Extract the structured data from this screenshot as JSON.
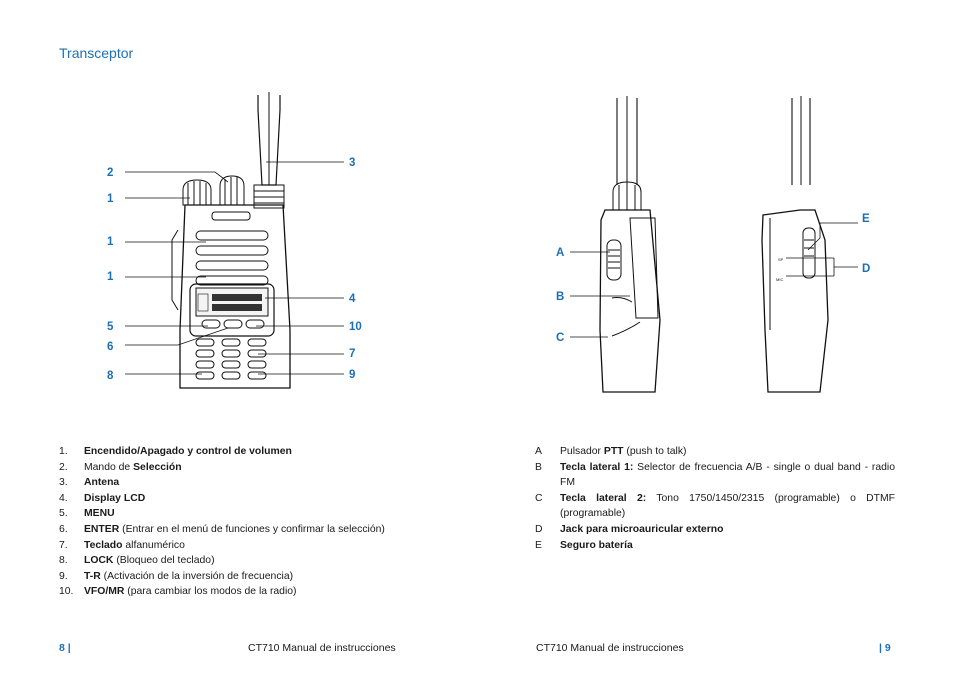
{
  "title": "Transceptor",
  "callouts_left": {
    "c2": "2",
    "c1a": "1",
    "c1b": "1",
    "c1c": "1",
    "c5": "5",
    "c6": "6",
    "c8": "8",
    "c3": "3",
    "c4": "4",
    "c10": "10",
    "c7": "7",
    "c9": "9"
  },
  "callouts_side": {
    "a": "A",
    "b": "B",
    "c": "C",
    "e": "E",
    "d": "D"
  },
  "side_labels": {
    "sp": "SP",
    "mic": "MIC"
  },
  "list_numbered": [
    {
      "num": "1.",
      "bold": "Encendido/Apagado y control de volumen",
      "rest": ""
    },
    {
      "num": "2.",
      "pre": "Mando de ",
      "bold": "Selección",
      "rest": ""
    },
    {
      "num": "3.",
      "bold": "Antena",
      "rest": ""
    },
    {
      "num": "4.",
      "bold": "Display LCD",
      "rest": ""
    },
    {
      "num": "5.",
      "bold": "MENU",
      "rest": ""
    },
    {
      "num": "6.",
      "bold": "ENTER",
      "rest": " (Entrar en el menú de funciones y confirmar la selección)"
    },
    {
      "num": "7.",
      "bold": "Teclado",
      "rest": " alfanumérico"
    },
    {
      "num": "8.",
      "bold": "LOCK",
      "rest": " (Bloqueo del teclado)"
    },
    {
      "num": "9.",
      "bold": "T-R",
      "rest": " (Activación de la inversión de frecuencia)"
    },
    {
      "num": "10.",
      "bold": "VFO/MR",
      "rest": " (para cambiar los modos de la radio)"
    }
  ],
  "list_lettered": [
    {
      "num": "A",
      "pre": "Pulsador ",
      "bold": "PTT",
      "rest": " (push to talk)"
    },
    {
      "num": "B",
      "bold": "Tecla lateral 1:",
      "rest": " Selector de frecuencia A/B - single o dual band - radio FM"
    },
    {
      "num": "C",
      "bold": "Tecla lateral 2:",
      "rest": " Tono 1750/1450/2315 (programable) o DTMF (programable)"
    },
    {
      "num": "D",
      "bold": "Jack para microauricular externo",
      "rest": ""
    },
    {
      "num": "E",
      "bold": "Seguro batería",
      "rest": ""
    }
  ],
  "footer": {
    "left_page": "8 |",
    "left_title": "CT710 Manual de instrucciones",
    "right_title": "CT710 Manual de instrucciones",
    "right_page": "| 9"
  }
}
